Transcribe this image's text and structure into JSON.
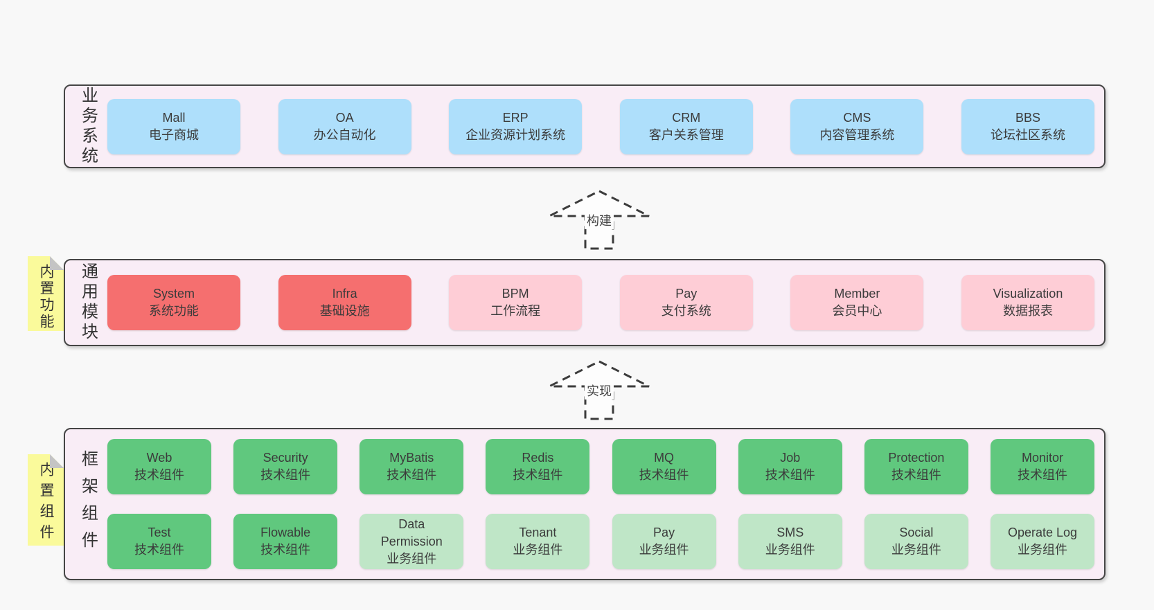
{
  "page": {
    "background": "#f8f8f8"
  },
  "colors": {
    "panel_bg": "#f9edf6",
    "panel_border": "#454545",
    "blue_box": "#aedffb",
    "red_box": "#f56f6f",
    "pink_box": "#fecdd6",
    "green_box": "#60c87e",
    "light_green_box": "#bfe6c7",
    "sticky_note": "#fafa9b",
    "text": "#3b3b3b"
  },
  "sections": {
    "business": {
      "label": "业务系统",
      "boxes": [
        {
          "name": "Mall",
          "desc": "电子商城"
        },
        {
          "name": "OA",
          "desc": "办公自动化"
        },
        {
          "name": "ERP",
          "desc": "企业资源计划系统"
        },
        {
          "name": "CRM",
          "desc": "客户关系管理"
        },
        {
          "name": "CMS",
          "desc": "内容管理系统"
        },
        {
          "name": "BBS",
          "desc": "论坛社区系统"
        }
      ]
    },
    "modules": {
      "label": "通用模块",
      "boxes": [
        {
          "name": "System",
          "desc": "系统功能"
        },
        {
          "name": "Infra",
          "desc": "基础设施"
        },
        {
          "name": "BPM",
          "desc": "工作流程"
        },
        {
          "name": "Pay",
          "desc": "支付系统"
        },
        {
          "name": "Member",
          "desc": "会员中心"
        },
        {
          "name": "Visualization",
          "desc": "数据报表"
        }
      ]
    },
    "components": {
      "label": "框架组件",
      "row1": [
        {
          "name": "Web",
          "desc": "技术组件"
        },
        {
          "name": "Security",
          "desc": "技术组件"
        },
        {
          "name": "MyBatis",
          "desc": "技术组件"
        },
        {
          "name": "Redis",
          "desc": "技术组件"
        },
        {
          "name": "MQ",
          "desc": "技术组件"
        },
        {
          "name": "Job",
          "desc": "技术组件"
        },
        {
          "name": "Protection",
          "desc": "技术组件"
        },
        {
          "name": "Monitor",
          "desc": "技术组件"
        }
      ],
      "row2": [
        {
          "name": "Test",
          "desc": "技术组件"
        },
        {
          "name": "Flowable",
          "desc": "技术组件"
        },
        {
          "name": "Data Permission",
          "desc": "业务组件"
        },
        {
          "name": "Tenant",
          "desc": "业务组件"
        },
        {
          "name": "Pay",
          "desc": "业务组件"
        },
        {
          "name": "SMS",
          "desc": "业务组件"
        },
        {
          "name": "Social",
          "desc": "业务组件"
        },
        {
          "name": "Operate Log",
          "desc": "业务组件"
        }
      ]
    }
  },
  "arrows": {
    "build": {
      "label": "构建"
    },
    "implement": {
      "label": "实现"
    }
  },
  "notes": {
    "features": {
      "label": "内置功能"
    },
    "components": {
      "label": "内置组件"
    }
  }
}
